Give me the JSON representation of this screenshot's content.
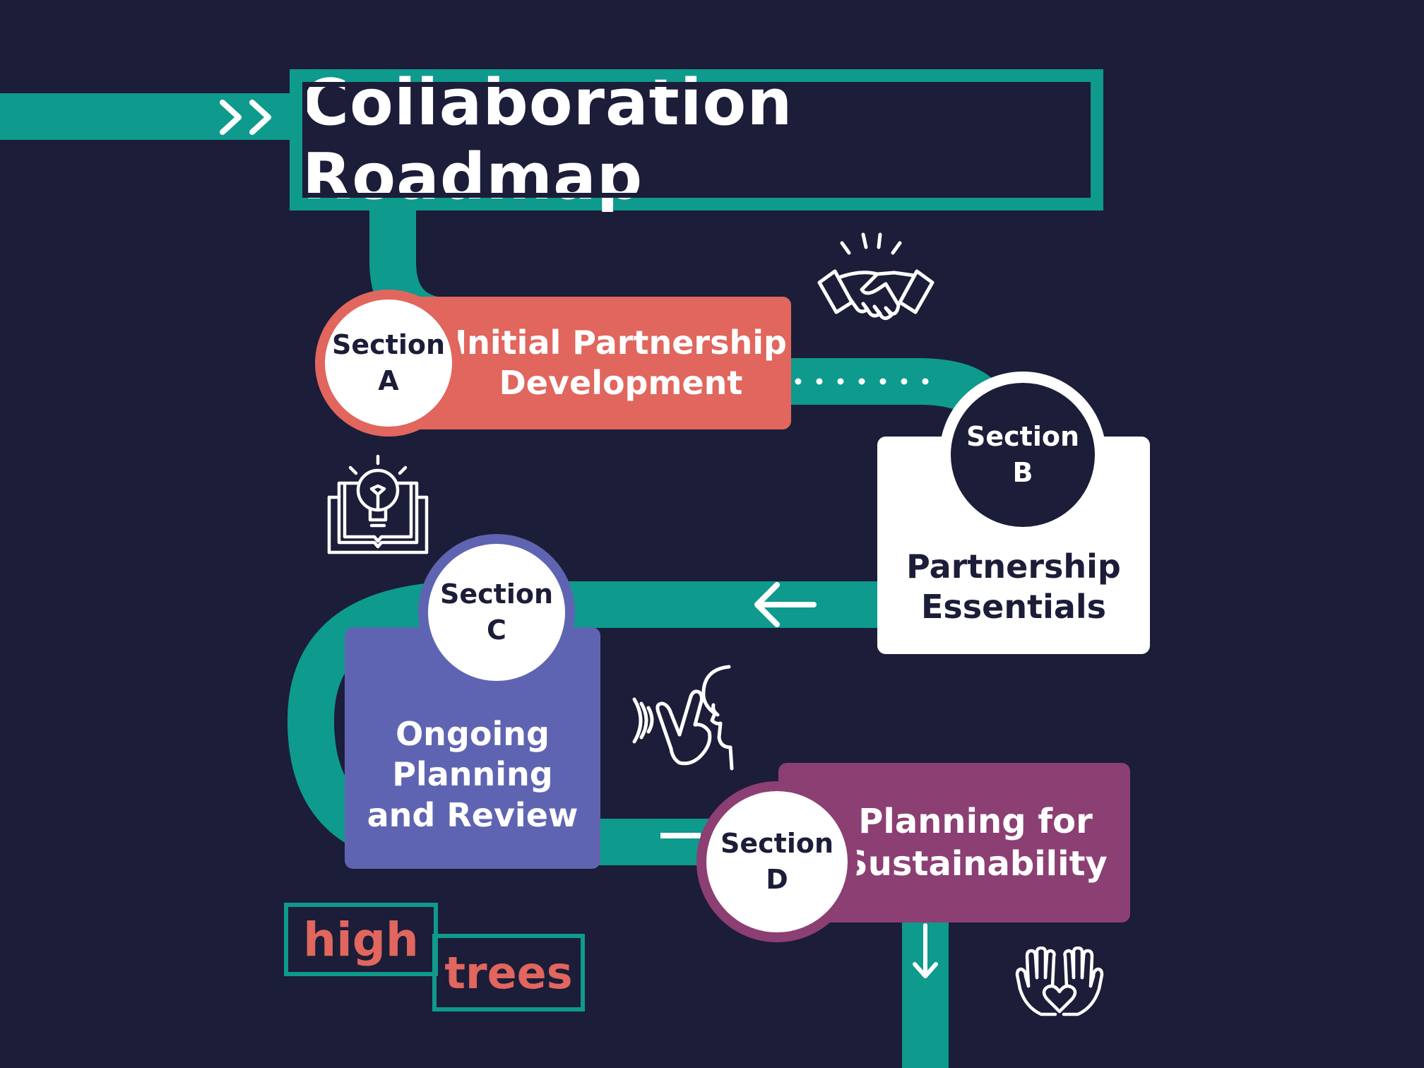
{
  "title": "Collaboration Roadmap",
  "colors": {
    "background": "#1c1d38",
    "road": "#0e9a8d",
    "section_a": "#e0665e",
    "section_b": "#ffffff",
    "section_c": "#5f64b2",
    "section_d": "#8c3f72"
  },
  "sections": [
    {
      "label": "Section",
      "letter": "A",
      "name_line1": "Initial Partnership",
      "name_line2": "Development",
      "icon": "handshake-icon"
    },
    {
      "label": "Section",
      "letter": "B",
      "name_line1": "Partnership",
      "name_line2": "Essentials",
      "icon": "lightbulb-book-icon"
    },
    {
      "label": "Section",
      "letter": "C",
      "name_line1": "Ongoing",
      "name_line2": "Planning",
      "name_line3": "and Review",
      "icon": "listening-ear-icon"
    },
    {
      "label": "Section",
      "letter": "D",
      "name_line1": "Planning for",
      "name_line2": "Sustainability",
      "icon": "hands-heart-icon"
    }
  ],
  "logo": {
    "word1": "high",
    "word2": "trees"
  }
}
